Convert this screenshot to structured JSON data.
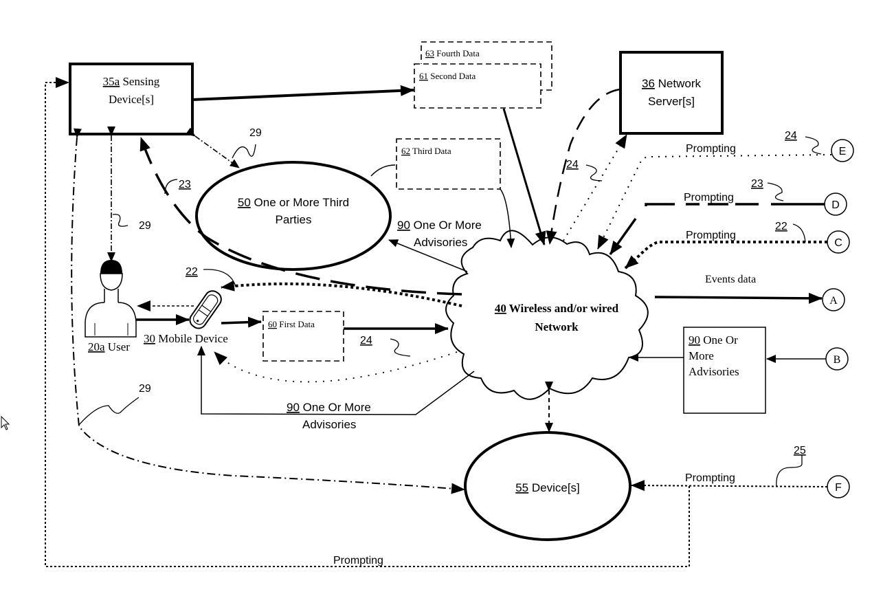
{
  "nodes": {
    "sensing": {
      "ref": "35a",
      "line1": " Sensing",
      "line2": "Device[s]"
    },
    "fourth_data": {
      "ref": "63",
      "label": " Fourth Data"
    },
    "second_data": {
      "ref": "61",
      "label": " Second Data"
    },
    "network_server": {
      "ref": "36",
      "line1": " Network",
      "line2": "Server[s]"
    },
    "third_data": {
      "ref": "62",
      "label": " Third Data"
    },
    "third_parties": {
      "ref": "50",
      "line1": " One or More Third",
      "line2": "Parties"
    },
    "user": {
      "ref": "20a",
      "label": " User"
    },
    "mobile": {
      "ref": "30",
      "label": " Mobile Device"
    },
    "first_data": {
      "ref": "60",
      "label": " First Data"
    },
    "network": {
      "ref": "40",
      "line1": " Wireless and/or wired",
      "line2": "Network"
    },
    "advisories_box": {
      "ref": "90",
      "line1": " One Or",
      "line2": "More",
      "line3": "Advisories"
    },
    "devices": {
      "ref": "55",
      "label": " Device[s]"
    }
  },
  "edge_labels": {
    "advisories_top": {
      "ref": "90",
      "line1": " One Or More",
      "line2": "Advisories"
    },
    "advisories_bottom": {
      "ref": "90",
      "line1": " One Or More",
      "line2": "Advisories"
    },
    "events_data": "Events data",
    "prompting_e": "Prompting",
    "prompting_d": "Prompting",
    "prompting_c": "Prompting",
    "prompting_f": "Prompting",
    "prompting_bottom": "Prompting"
  },
  "connectors": {
    "a": "A",
    "b": "B",
    "c": "C",
    "d": "D",
    "e": "E",
    "f": "F"
  },
  "refs": {
    "r29_top": "29",
    "r29_left": "29",
    "r29_bottom": "29",
    "r23_left": "23",
    "r23_right": "23",
    "r22_left": "22",
    "r22_right": "22",
    "r24_mid": "24",
    "r24_top": "24",
    "r24_right": "24",
    "r25": "25"
  }
}
